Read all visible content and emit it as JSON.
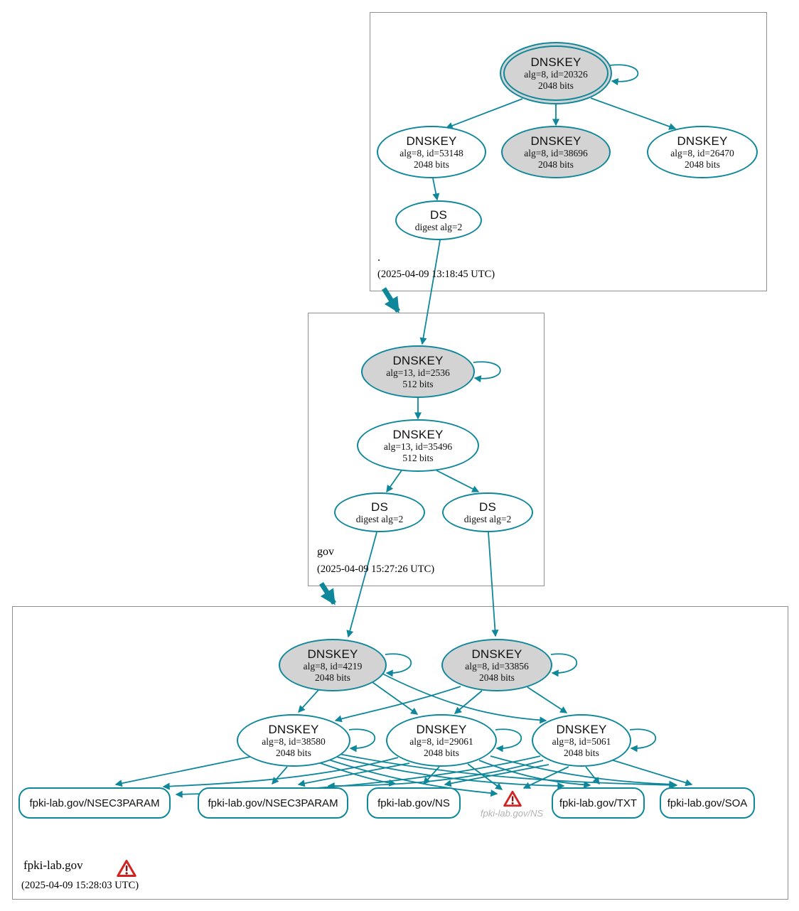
{
  "colors": {
    "edge_secure": "#0E879B",
    "node_fill_ksk": "#d3d3d3",
    "node_fill": "#ffffff",
    "warning_red": "#d22222",
    "muted_text": "#b3b3b3",
    "zone_border": "#8f8f8f"
  },
  "zones": {
    "root": {
      "label": ".",
      "timestamp": "(2025-04-09 13:18:45 UTC)"
    },
    "gov": {
      "label": "gov",
      "timestamp": "(2025-04-09 15:27:26 UTC)"
    },
    "fpki": {
      "label": "fpki-lab.gov",
      "timestamp": "(2025-04-09 15:28:03 UTC)",
      "warning_icon": "warning-triangle-icon"
    }
  },
  "nodes": {
    "root_ksk_20326": {
      "title": "DNSKEY",
      "detail": "alg=8, id=20326",
      "bits": "2048 bits"
    },
    "root_zsk_53148": {
      "title": "DNSKEY",
      "detail": "alg=8, id=53148",
      "bits": "2048 bits"
    },
    "root_zsk_38696": {
      "title": "DNSKEY",
      "detail": "alg=8, id=38696",
      "bits": "2048 bits"
    },
    "root_zsk_26470": {
      "title": "DNSKEY",
      "detail": "alg=8, id=26470",
      "bits": "2048 bits"
    },
    "root_ds": {
      "title": "DS",
      "detail": "digest alg=2"
    },
    "gov_ksk_2536": {
      "title": "DNSKEY",
      "detail": "alg=13, id=2536",
      "bits": "512 bits"
    },
    "gov_zsk_35496": {
      "title": "DNSKEY",
      "detail": "alg=13, id=35496",
      "bits": "512 bits"
    },
    "gov_ds_1": {
      "title": "DS",
      "detail": "digest alg=2"
    },
    "gov_ds_2": {
      "title": "DS",
      "detail": "digest alg=2"
    },
    "fpki_ksk_4219": {
      "title": "DNSKEY",
      "detail": "alg=8, id=4219",
      "bits": "2048 bits"
    },
    "fpki_ksk_33856": {
      "title": "DNSKEY",
      "detail": "alg=8, id=33856",
      "bits": "2048 bits"
    },
    "fpki_zsk_38580": {
      "title": "DNSKEY",
      "detail": "alg=8, id=38580",
      "bits": "2048 bits"
    },
    "fpki_zsk_29061": {
      "title": "DNSKEY",
      "detail": "alg=8, id=29061",
      "bits": "2048 bits"
    },
    "fpki_zsk_5061": {
      "title": "DNSKEY",
      "detail": "alg=8, id=5061",
      "bits": "2048 bits"
    }
  },
  "rrsets": {
    "nsec3param1": {
      "label": "fpki-lab.gov/NSEC3PARAM"
    },
    "nsec3param2": {
      "label": "fpki-lab.gov/NSEC3PARAM"
    },
    "ns": {
      "label": "fpki-lab.gov/NS"
    },
    "ns_bogus": {
      "label": "fpki-lab.gov/NS",
      "icon": "warning-triangle-icon"
    },
    "txt": {
      "label": "fpki-lab.gov/TXT"
    },
    "soa": {
      "label": "fpki-lab.gov/SOA"
    }
  }
}
